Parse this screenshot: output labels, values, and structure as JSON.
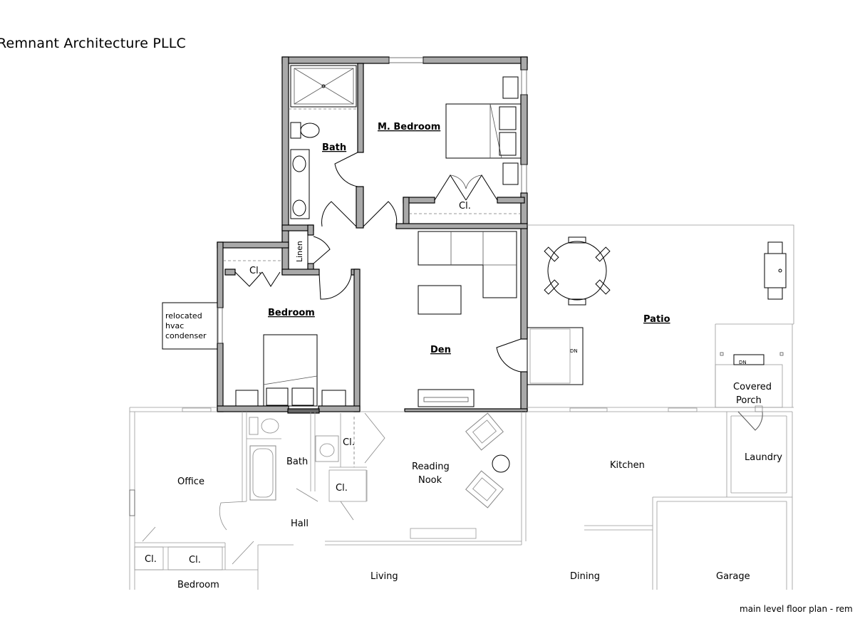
{
  "company": "Remnant Architecture PLLC",
  "caption": "main level floor plan - rem",
  "rooms_new": {
    "bath": "Bath",
    "master_bedroom": "M. Bedroom",
    "closet_master": "Cl.",
    "linen": "Linen",
    "closet_bedroom": "Cl.",
    "bedroom": "Bedroom",
    "den": "Den",
    "patio": "Patio",
    "covered_porch_1": "Covered",
    "covered_porch_2": "Porch"
  },
  "rooms_existing": {
    "office": "Office",
    "bath": "Bath",
    "closet_a": "Cl.",
    "closet_b": "Cl.",
    "reading_nook_1": "Reading",
    "reading_nook_2": "Nook",
    "kitchen": "Kitchen",
    "laundry": "Laundry",
    "hall": "Hall",
    "closet_c": "Cl.",
    "closet_d": "Cl.",
    "bedroom": "Bedroom",
    "living": "Living",
    "dining": "Dining",
    "garage": "Garage"
  },
  "hvac": {
    "line1": "relocated",
    "line2": "hvac",
    "line3": "condenser"
  },
  "stair_labels": {
    "den_step": "DN",
    "porch_step": "DN"
  }
}
